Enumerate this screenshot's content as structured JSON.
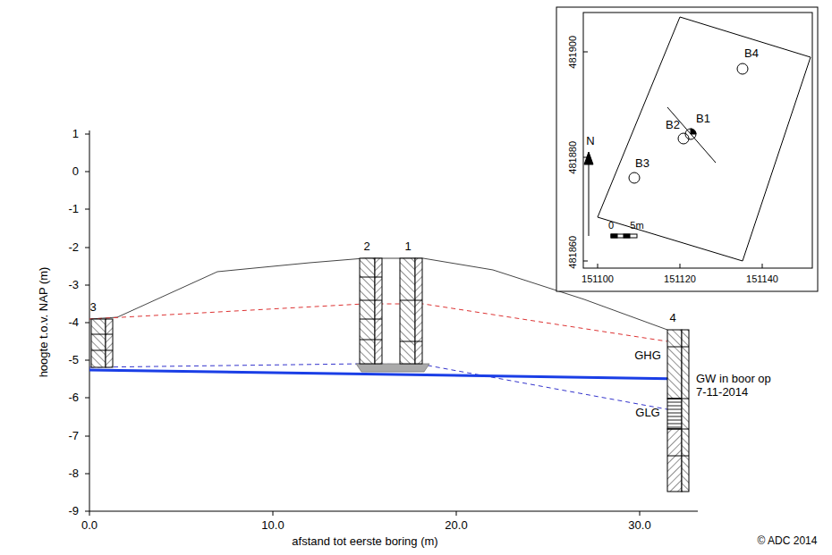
{
  "diagram": {
    "labels": [
      "1",
      "0",
      "-1",
      "-2",
      "-3",
      "-4",
      "-5",
      "-6",
      "-7",
      "-8",
      "-9",
      "0.0",
      "10.0",
      "20.0",
      "30.0",
      "hoogte t.o.v. NAP (m)",
      "afstand tot eerste boring (m)",
      "3",
      "2",
      "1",
      "4",
      "GHG",
      "GLG",
      "GW in boor op 7-11-2014",
      "© ADC 2014",
      "B4",
      "B1",
      "B2",
      "B3",
      "N",
      "0",
      "5m",
      "481900",
      "481880",
      "481860",
      "151100",
      "151120",
      "151140"
    ]
  }
}
